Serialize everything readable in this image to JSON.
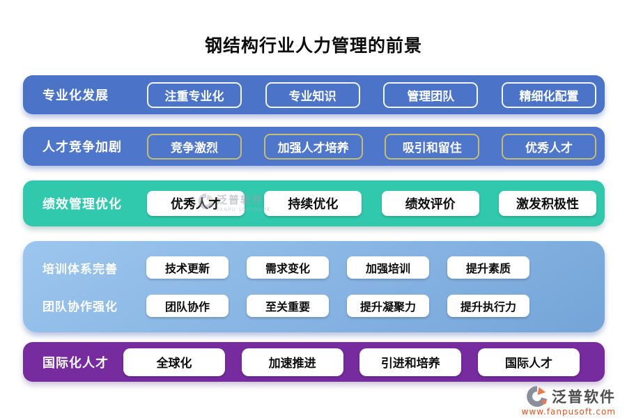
{
  "title": "钢结构行业人力管理的前景",
  "sections": [
    {
      "label": "专业化发展",
      "tags": [
        "注重专业化",
        "专业知识",
        "管理团队",
        "精细化配置"
      ]
    },
    {
      "label": "人才竞争加剧",
      "tags": [
        "竞争激烈",
        "加强人才培养",
        "吸引和留住",
        "优秀人才"
      ]
    },
    {
      "label": "绩效管理优化",
      "tags": [
        "优秀人才",
        "持续优化",
        "绩效评价",
        "激发积极性"
      ]
    },
    {
      "label": "培训体系完善",
      "tags": [
        "技术更新",
        "需求变化",
        "加强培训",
        "提升素质"
      ]
    },
    {
      "label": "团队协作强化",
      "tags": [
        "团队协作",
        "至关重要",
        "提升凝聚力",
        "提升执行力"
      ]
    },
    {
      "label": "国际化人才",
      "tags": [
        "全球化",
        "加速推进",
        "引进和培养",
        "国际人才"
      ]
    }
  ],
  "watermark": {
    "brand": "泛普软件",
    "caption": "FANPU SOFTWARE"
  },
  "footer": {
    "brand": "泛普软件",
    "website": "www.fanpusoft.com"
  },
  "colors": {
    "panel1_bg": "#4b73c7",
    "panel2_bg": "#4e76ca",
    "panel3_bg": "#31c9ae",
    "panel4_bg_top": "#9cc6ee",
    "panel4_bg_bottom": "#74a4d8",
    "panel5_bg": "#762b9e",
    "tag_outline_white": "#f2f5fc",
    "tag_outline_gold": "#c8bc72",
    "title_color": "#0d0d0d",
    "footer_brand_color": "#4d4d4d",
    "footer_url_color": "#e0521f",
    "logo_orange": "#e87a50",
    "logo_gray": "#8a9099"
  }
}
